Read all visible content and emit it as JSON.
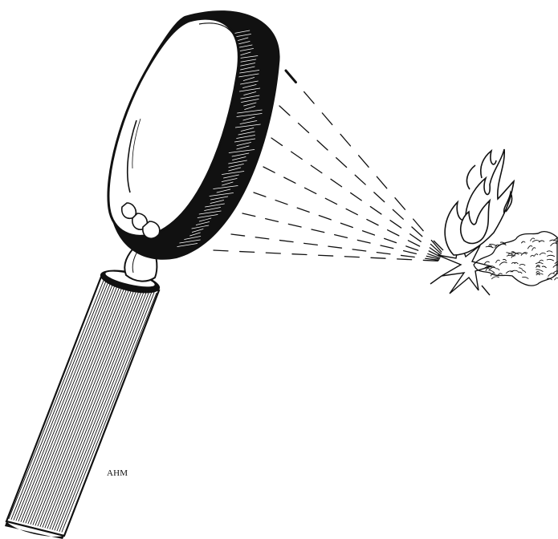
{
  "illustration": {
    "subject": "magnifying-glass",
    "effect": "focused-sunlight",
    "target": "fire-with-smoke",
    "ink_color": "#111111",
    "paper_color": "#ffffff"
  },
  "signature": {
    "text": "AHM"
  }
}
